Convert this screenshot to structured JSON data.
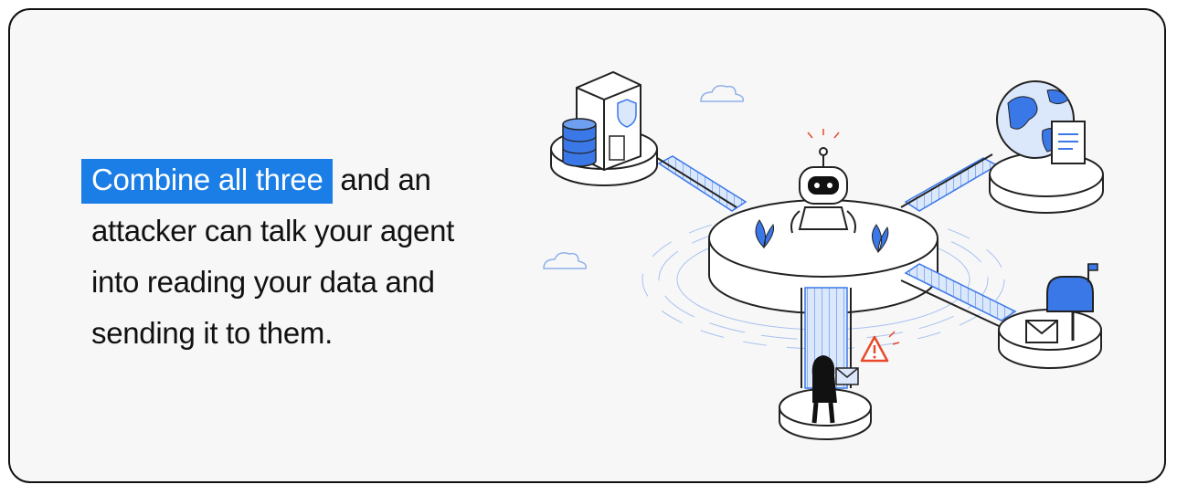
{
  "headline": {
    "highlight": "Combine all three",
    "rest_first_line": " and an",
    "line2": "attacker can talk your agent",
    "line3": "into reading your data and",
    "line4": "sending it to them."
  },
  "colors": {
    "accent": "#1b7ee6",
    "text": "#111111",
    "illustration_blue": "#3a78e8",
    "light_blue": "#dbe7fb",
    "warning": "#e8492a",
    "card_bg": "#f7f7f8"
  },
  "illustration": {
    "icons": [
      "server-building-icon",
      "database-icon",
      "shield-lock-icon",
      "robot-agent-icon",
      "globe-icon",
      "document-icon",
      "mailbox-icon",
      "envelope-icon",
      "hacker-icon",
      "warning-icon",
      "cloud-icon",
      "plant-icon"
    ]
  }
}
